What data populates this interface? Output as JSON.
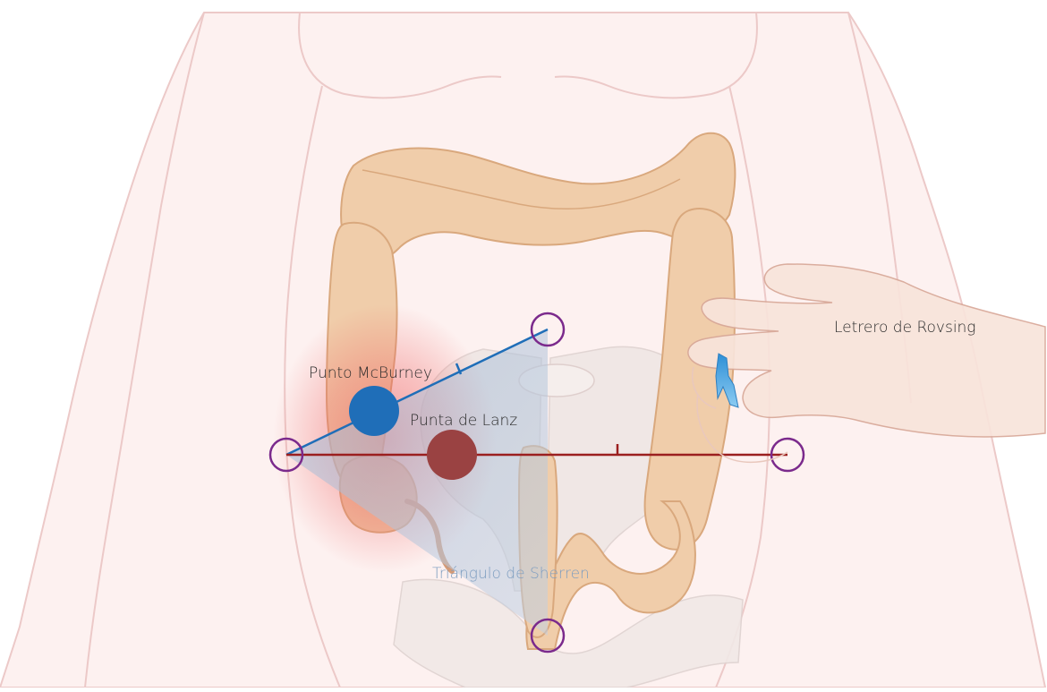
{
  "labels": {
    "mcburney": "Punto McBurney",
    "lanz": "Punta de Lanz",
    "rovsing": "Letrero de Rovsing",
    "sherren": "Triángulo de Sherren"
  },
  "colors": {
    "skin": "#fdf1f0",
    "body_outline": "#ecc9c8",
    "colon_fill": "#f0cdaa",
    "colon_outline": "#d9a87d",
    "pelvis": "#efe6e4",
    "pain_glow": "#ee5a5a",
    "mcburney_line": "#1f6eb8",
    "mcburney_point": "#1f6eb8",
    "lanz_line": "#9b1f1f",
    "lanz_point": "#9a4242",
    "landmark_circle": "#7b2a8c",
    "sherren_triangle": "#b9c9dc",
    "sherren_text": "#7d9dc0",
    "hand": "#f8e4db",
    "hand_outline": "#d8a898",
    "pressure": "#4aa6e0"
  }
}
